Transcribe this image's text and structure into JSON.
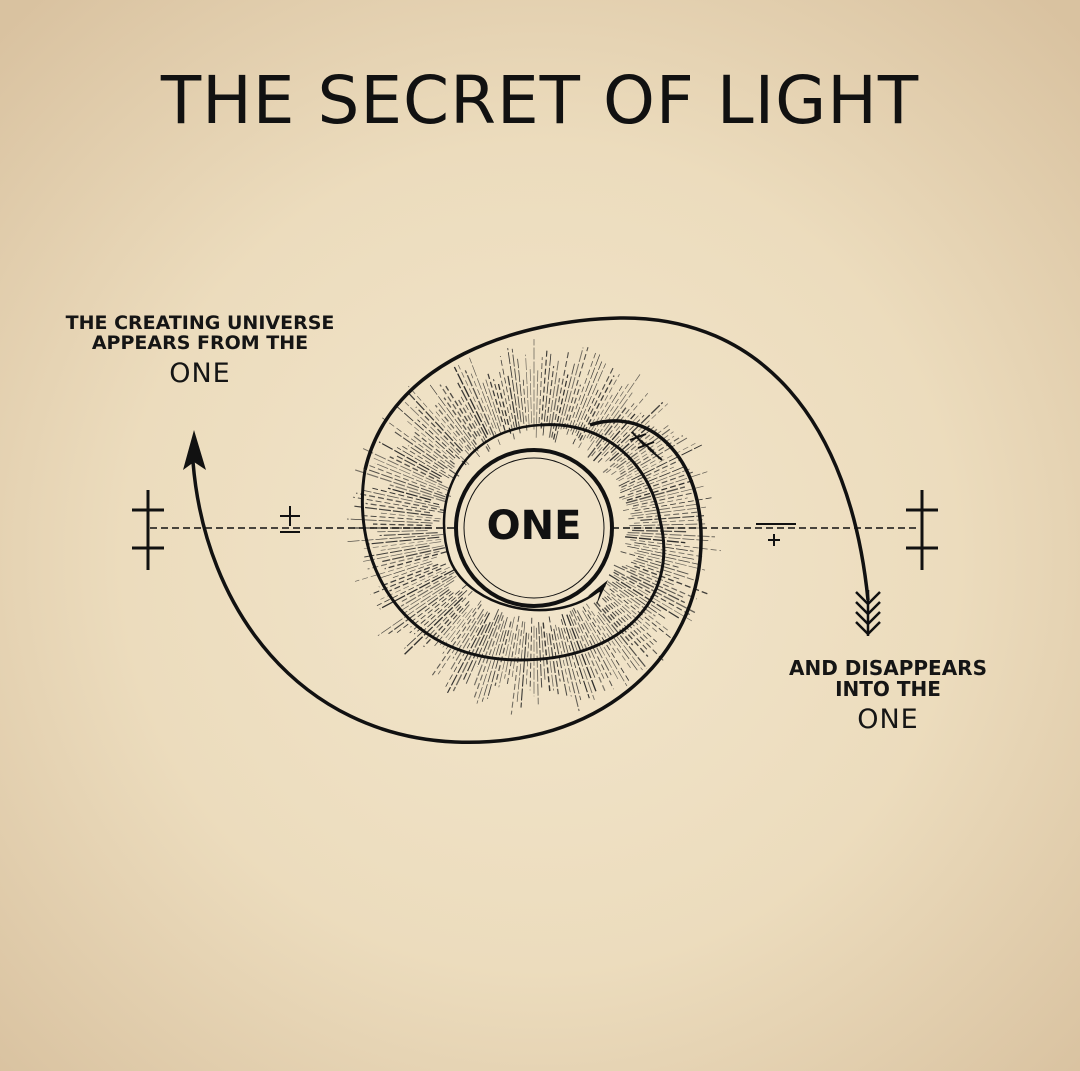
{
  "title": "THE SECRET OF LIGHT",
  "left_caption": {
    "line1": "THE CREATING UNIVERSE",
    "line2": "APPEARS FROM THE",
    "line3": "ONE"
  },
  "right_caption": {
    "line1": "AND DISAPPEARS",
    "line2": "INTO THE",
    "line3": "ONE"
  },
  "center_label": "ONE",
  "colors": {
    "ink": "#111111",
    "paper": "#efe2c8"
  }
}
